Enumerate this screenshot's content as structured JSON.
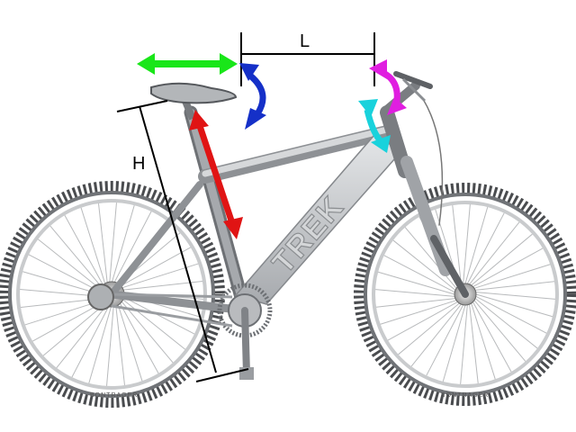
{
  "labels": {
    "length": "L",
    "height": "H"
  },
  "bike": {
    "brand": "TREK",
    "tire_text": "BONTRAGER"
  },
  "colors": {
    "saddle_fore_aft": "#19e619",
    "saddle_tilt": "#1530c8",
    "seatpost_height": "#e01414",
    "bar_rotation": "#e01ee0",
    "stem_angle": "#19d2dc",
    "dimension_lines": "#000000"
  },
  "icons": {
    "saddle_fore_aft": "double-horizontal-arrow",
    "saddle_tilt": "curved-double-arrow",
    "seatpost_height": "double-diagonal-arrow",
    "bar_rotation": "curved-double-arrow",
    "stem_angle": "curved-double-arrow"
  }
}
